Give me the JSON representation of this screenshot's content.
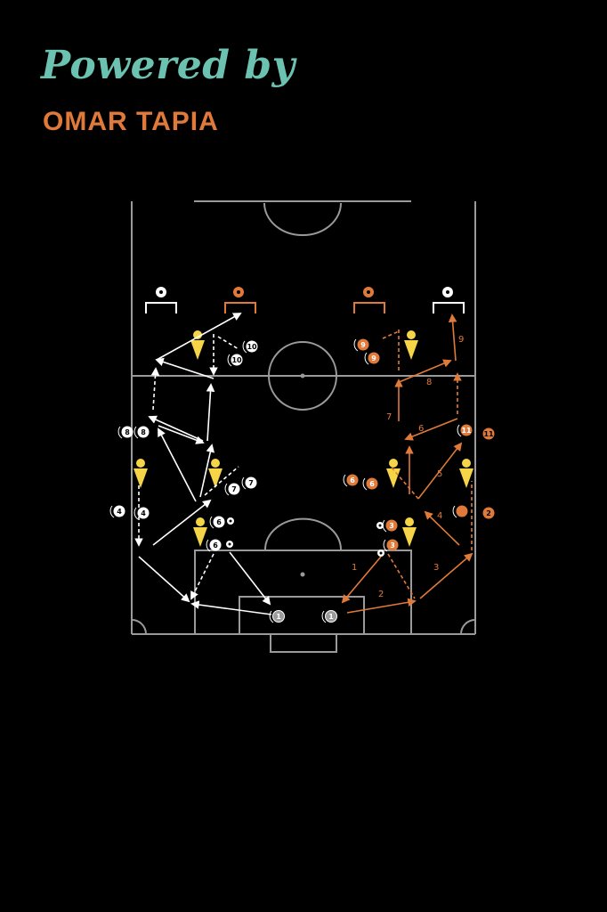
{
  "branding": {
    "line1": "Powered by",
    "line2": "OMAR TAPIA"
  },
  "colors": {
    "pitch_line": "#9a9a9a",
    "white_team": "#ffffff",
    "orange_team": "#e07a3a",
    "cone": "#f5d547",
    "brand_teal": "#6cc2b0"
  },
  "icons": {
    "ball": "soccer-ball-icon",
    "cone": "cone-icon",
    "mini_goal": "mini-goal-icon"
  },
  "white_players": [
    "1",
    "1",
    "4",
    "4",
    "6",
    "6",
    "7",
    "7",
    "8",
    "8",
    "10",
    "10"
  ],
  "orange_players": [
    "2",
    "3",
    "3",
    "6",
    "6",
    "9",
    "9",
    "11",
    "11"
  ],
  "orange_sequence_labels": [
    "1",
    "2",
    "3",
    "4",
    "5",
    "6",
    "7",
    "8",
    "9"
  ]
}
